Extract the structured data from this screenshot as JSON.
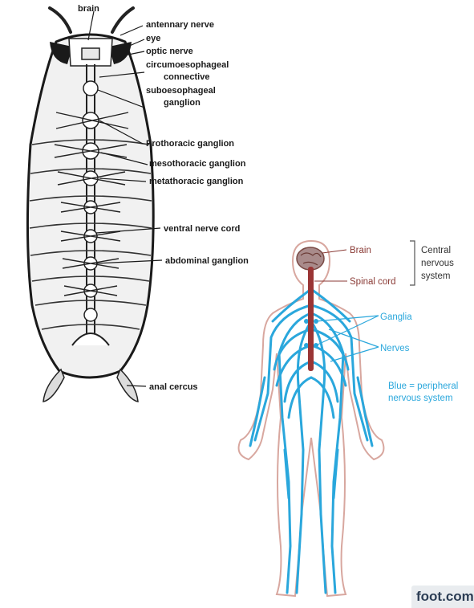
{
  "insect": {
    "labels": {
      "brain": "brain",
      "antennary_nerve": "antennary  nerve",
      "eye": "eye",
      "optic_nerve": "optic nerve",
      "circum_1": "circumoesophageal",
      "circum_2": "connective",
      "subeso_1": "suboesophageal",
      "subeso_2": "ganglion",
      "prothoracic": "Prothoracic ganglion",
      "mesothoracic": "mesothoracic ganglion",
      "metathoracic": "metathoracic ganglion",
      "ventral": "ventral nerve cord",
      "abdominal": "abdominal ganglion",
      "anal": "anal cercus"
    }
  },
  "human": {
    "labels": {
      "brain": "Brain",
      "spinal_cord": "Spinal cord",
      "cns_1": "Central",
      "cns_2": "nervous",
      "cns_3": "system",
      "ganglia": "Ganglia",
      "nerves": "Nerves",
      "pns_1": "Blue = peripheral",
      "pns_2": "nervous system"
    },
    "colors": {
      "nerve_blue": "#2aa7dc",
      "spinal_red": "#9a3535",
      "outline": "#d8a79f",
      "label_brown": "#8a3a35"
    }
  },
  "watermark": {
    "text": "foot.com"
  }
}
